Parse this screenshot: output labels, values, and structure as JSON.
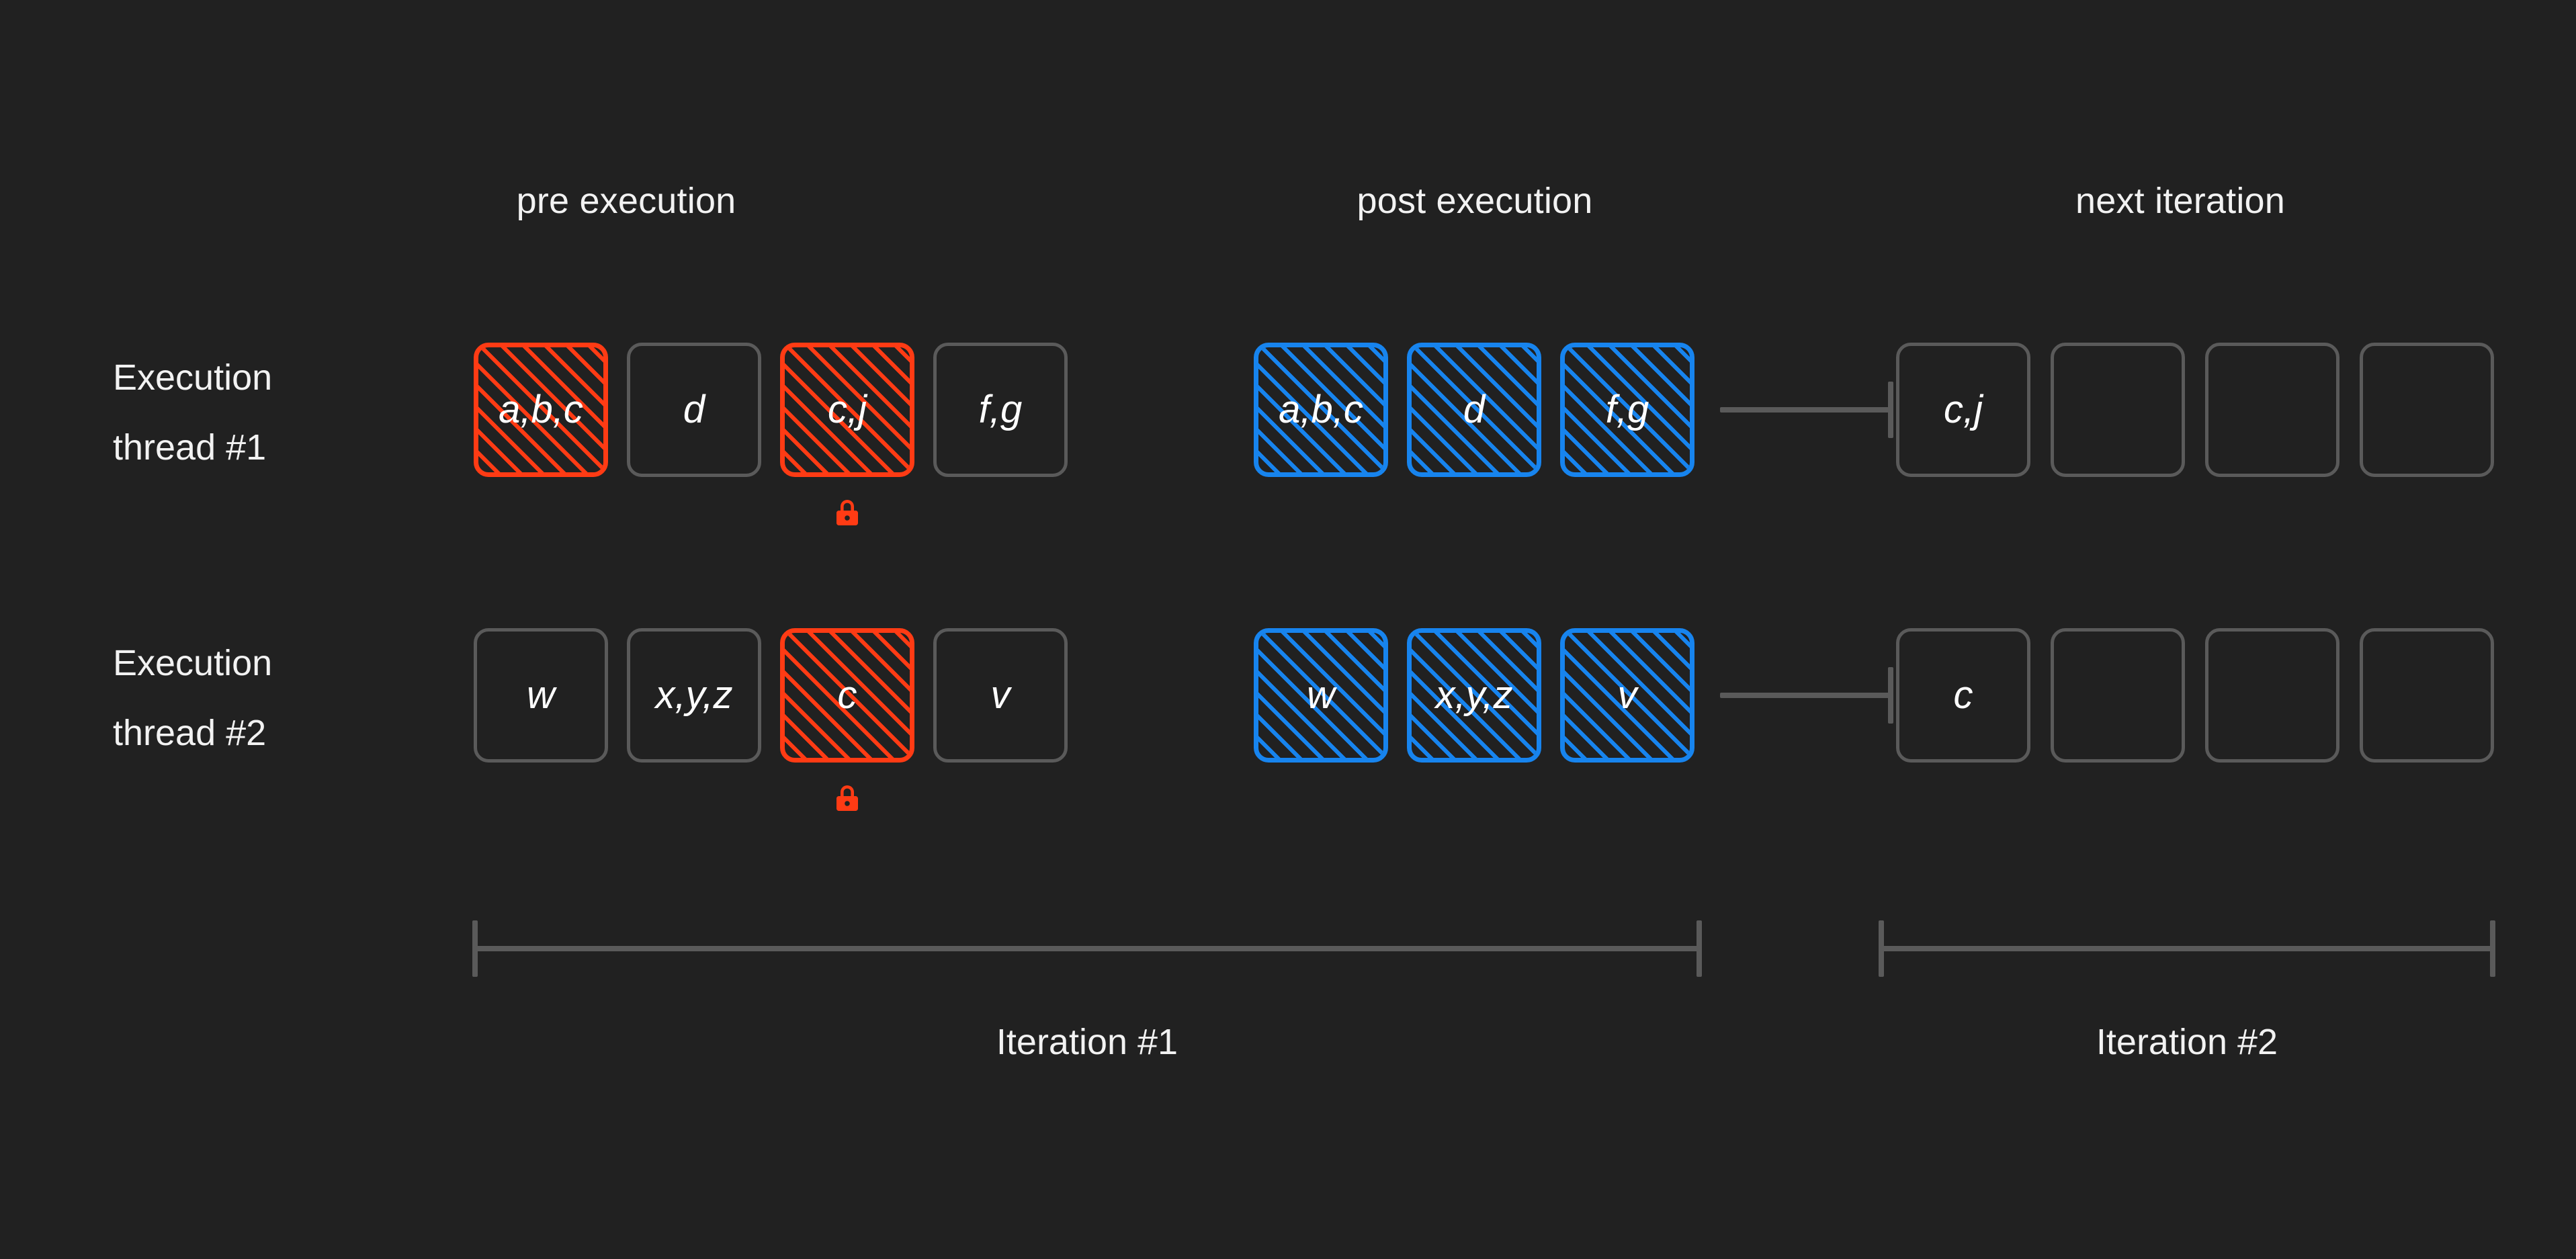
{
  "background_color": "#212121",
  "colors": {
    "locked_accent": "#ff3b14",
    "done_accent": "#1784ee",
    "idle_border": "#5a5a5a",
    "text": "#f2f2f2",
    "connector": "#5a5a5a"
  },
  "column_headers": [
    {
      "label": "pre execution"
    },
    {
      "label": "post execution"
    },
    {
      "label": "next iteration"
    }
  ],
  "rows": [
    {
      "label_line1": "Execution",
      "label_line2": "thread #1",
      "pre_execution": [
        {
          "text": "a,b,c",
          "state": "locked",
          "lock": false
        },
        {
          "text": "d",
          "state": "idle",
          "lock": false
        },
        {
          "text": "c,j",
          "state": "locked",
          "lock": true
        },
        {
          "text": "f,g",
          "state": "idle",
          "lock": false
        }
      ],
      "post_execution": [
        {
          "text": "a,b,c",
          "state": "done"
        },
        {
          "text": "d",
          "state": "done"
        },
        {
          "text": "f,g",
          "state": "done"
        }
      ],
      "next_iteration": [
        {
          "text": "c,j",
          "state": "idle"
        },
        {
          "text": "",
          "state": "idle"
        },
        {
          "text": "",
          "state": "idle"
        },
        {
          "text": "",
          "state": "idle"
        }
      ]
    },
    {
      "label_line1": "Execution",
      "label_line2": "thread #2",
      "pre_execution": [
        {
          "text": "w",
          "state": "idle",
          "lock": false
        },
        {
          "text": "x,y,z",
          "state": "idle",
          "lock": false
        },
        {
          "text": "c",
          "state": "locked",
          "lock": true
        },
        {
          "text": "v",
          "state": "idle",
          "lock": false
        }
      ],
      "post_execution": [
        {
          "text": "w",
          "state": "done"
        },
        {
          "text": "x,y,z",
          "state": "done"
        },
        {
          "text": "v",
          "state": "done"
        }
      ],
      "next_iteration": [
        {
          "text": "c",
          "state": "idle"
        },
        {
          "text": "",
          "state": "idle"
        },
        {
          "text": "",
          "state": "idle"
        },
        {
          "text": "",
          "state": "idle"
        }
      ]
    }
  ],
  "brackets": [
    {
      "label": "Iteration #1"
    },
    {
      "label": "Iteration #2"
    }
  ],
  "icons": {
    "lock": "lock-closed-icon"
  }
}
